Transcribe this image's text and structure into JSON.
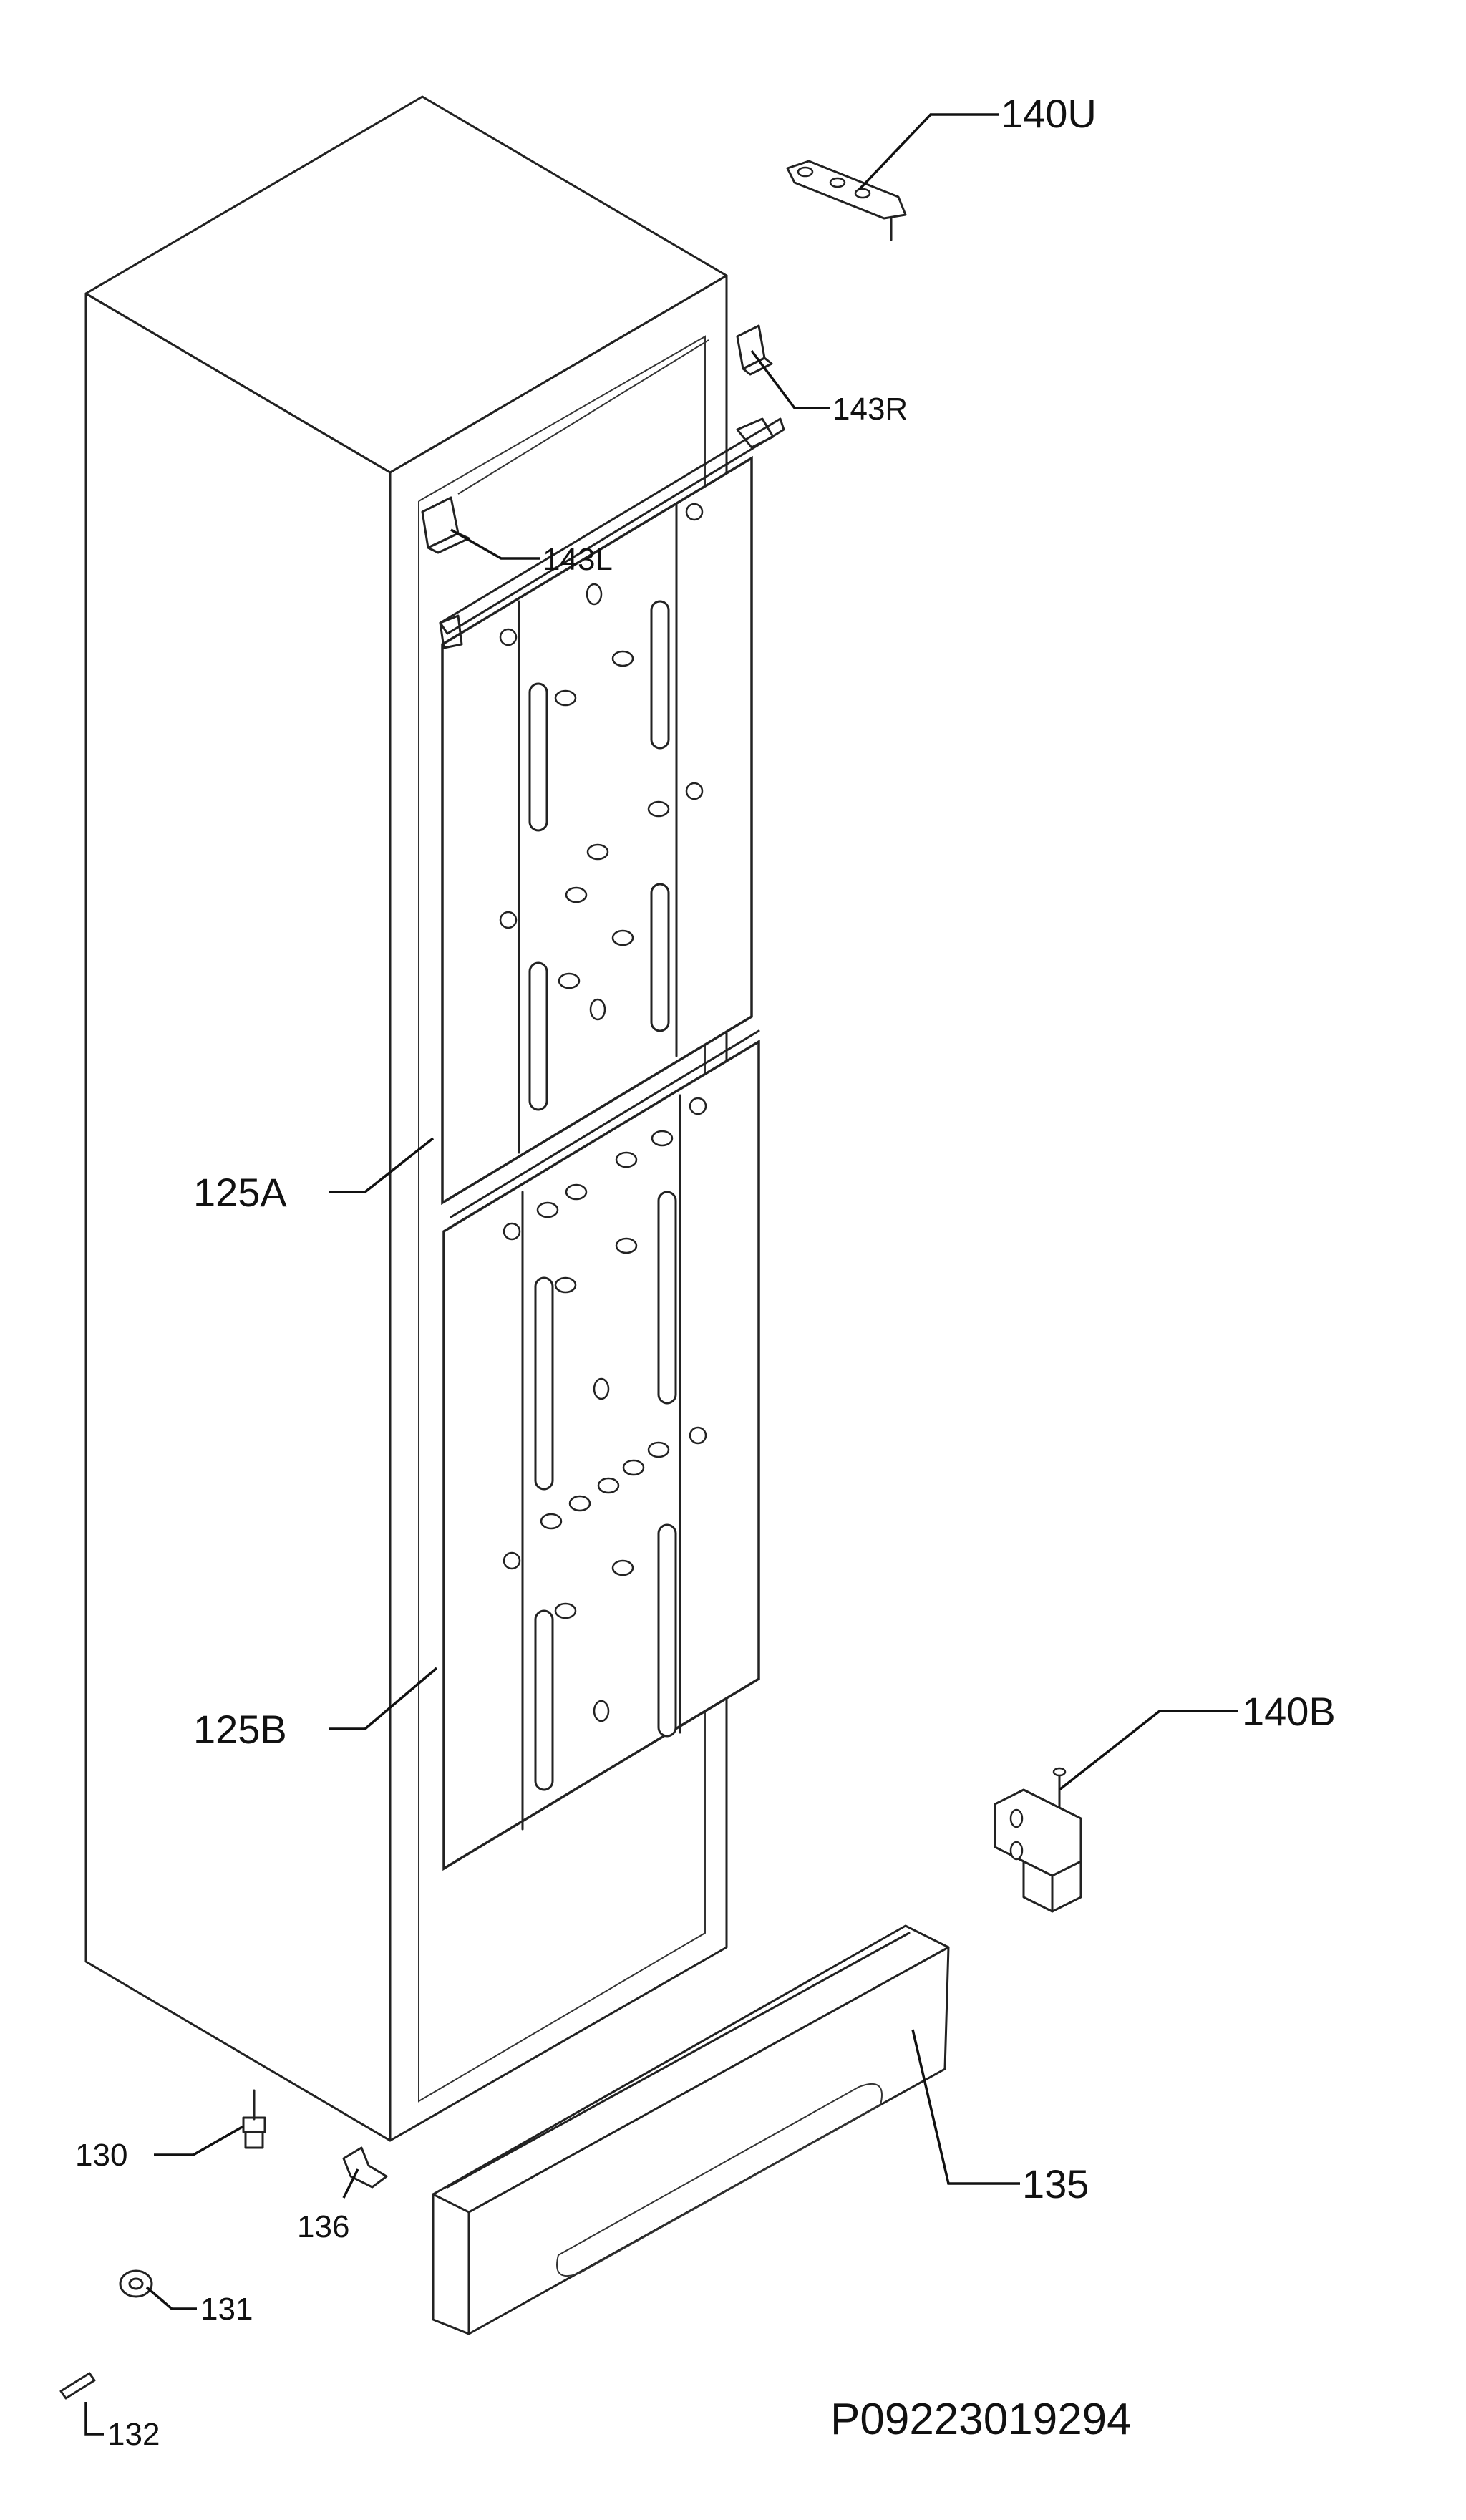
{
  "labels": {
    "part_140U": "140U",
    "part_143R": "143R",
    "part_143L": "143L",
    "part_125A": "125A",
    "part_125B": "125B",
    "part_140B": "140B",
    "part_130": "130",
    "part_136": "136",
    "part_135": "135",
    "part_131": "131",
    "part_132": "132"
  },
  "diagram_code": "P09223019294"
}
